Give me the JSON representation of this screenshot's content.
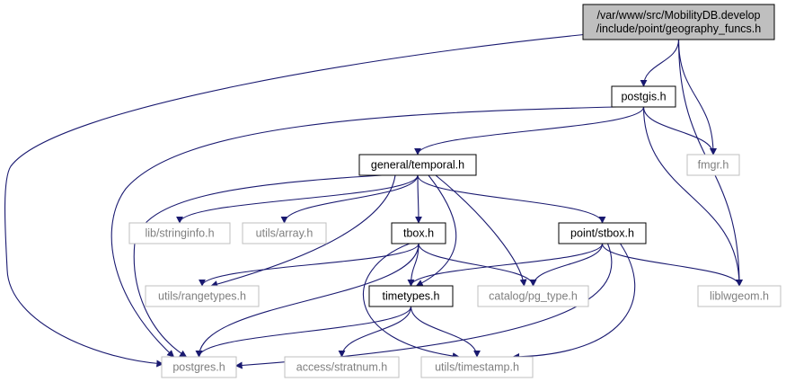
{
  "nodes": [
    {
      "id": "root",
      "lines": [
        "/var/www/src/MobilityDB.develop",
        "/include/point/geography_funcs.h"
      ],
      "kind": "root"
    },
    {
      "id": "postgis",
      "lines": [
        "postgis.h"
      ],
      "kind": "documented"
    },
    {
      "id": "fmgr",
      "lines": [
        "fmgr.h"
      ],
      "kind": "external"
    },
    {
      "id": "liblwgeom",
      "lines": [
        "liblwgeom.h"
      ],
      "kind": "external"
    },
    {
      "id": "temporal",
      "lines": [
        "general/temporal.h"
      ],
      "kind": "documented"
    },
    {
      "id": "stringinfo",
      "lines": [
        "lib/stringinfo.h"
      ],
      "kind": "external"
    },
    {
      "id": "array",
      "lines": [
        "utils/array.h"
      ],
      "kind": "external"
    },
    {
      "id": "tbox",
      "lines": [
        "tbox.h"
      ],
      "kind": "documented"
    },
    {
      "id": "stbox",
      "lines": [
        "point/stbox.h"
      ],
      "kind": "documented"
    },
    {
      "id": "rangetypes",
      "lines": [
        "utils/rangetypes.h"
      ],
      "kind": "external"
    },
    {
      "id": "timetypes",
      "lines": [
        "timetypes.h"
      ],
      "kind": "documented"
    },
    {
      "id": "pgtype",
      "lines": [
        "catalog/pg_type.h"
      ],
      "kind": "external"
    },
    {
      "id": "postgres",
      "lines": [
        "postgres.h"
      ],
      "kind": "external"
    },
    {
      "id": "stratnum",
      "lines": [
        "access/stratnum.h"
      ],
      "kind": "external"
    },
    {
      "id": "timestamp",
      "lines": [
        "utils/timestamp.h"
      ],
      "kind": "external"
    }
  ],
  "edges": [
    {
      "from": "root",
      "to": "postgis"
    },
    {
      "from": "root",
      "to": "fmgr"
    },
    {
      "from": "root",
      "to": "liblwgeom"
    },
    {
      "from": "root",
      "to": "postgres"
    },
    {
      "from": "postgis",
      "to": "temporal"
    },
    {
      "from": "postgis",
      "to": "fmgr"
    },
    {
      "from": "postgis",
      "to": "liblwgeom"
    },
    {
      "from": "postgis",
      "to": "postgres"
    },
    {
      "from": "temporal",
      "to": "stringinfo"
    },
    {
      "from": "temporal",
      "to": "array"
    },
    {
      "from": "temporal",
      "to": "tbox"
    },
    {
      "from": "temporal",
      "to": "stbox"
    },
    {
      "from": "temporal",
      "to": "rangetypes"
    },
    {
      "from": "temporal",
      "to": "timetypes"
    },
    {
      "from": "temporal",
      "to": "pgtype"
    },
    {
      "from": "temporal",
      "to": "postgres"
    },
    {
      "from": "tbox",
      "to": "rangetypes"
    },
    {
      "from": "tbox",
      "to": "timetypes"
    },
    {
      "from": "tbox",
      "to": "pgtype"
    },
    {
      "from": "tbox",
      "to": "postgres"
    },
    {
      "from": "tbox",
      "to": "timestamp"
    },
    {
      "from": "stbox",
      "to": "timetypes"
    },
    {
      "from": "stbox",
      "to": "pgtype"
    },
    {
      "from": "stbox",
      "to": "liblwgeom"
    },
    {
      "from": "stbox",
      "to": "postgres"
    },
    {
      "from": "stbox",
      "to": "timestamp"
    },
    {
      "from": "timetypes",
      "to": "postgres"
    },
    {
      "from": "timetypes",
      "to": "stratnum"
    },
    {
      "from": "timetypes",
      "to": "timestamp"
    }
  ],
  "colors": {
    "edge": "#191970",
    "root_fill": "#bfbfbf",
    "documented_border": "#000000",
    "external_border": "#bfbfbf",
    "external_text": "#7f7f7f"
  }
}
